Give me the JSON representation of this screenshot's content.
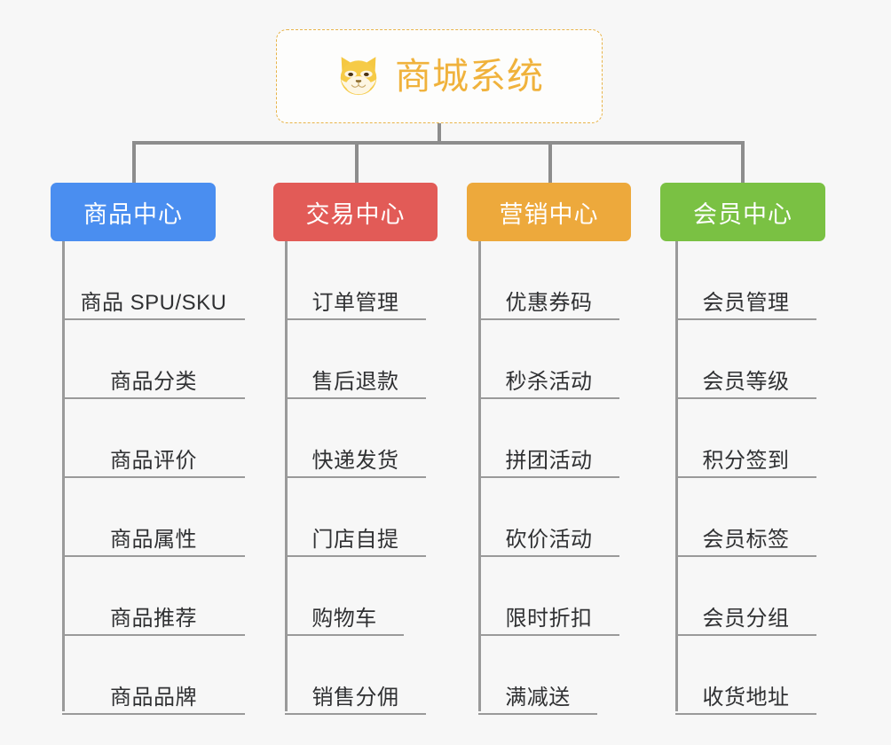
{
  "page": {
    "background_color": "#f7f7f7",
    "diagram_type": "organization-tree"
  },
  "root": {
    "icon": "shiba-dog-face-emoji",
    "title": "商城系统",
    "title_color": "#f0b23c",
    "border_color": "#e8b44a",
    "border_style": "dashed"
  },
  "connector_color": "#8d8d8d",
  "columns": [
    {
      "id": "product-center",
      "label": "商品中心",
      "color": "#4a8ef0",
      "items": [
        "商品 SPU/SKU",
        "商品分类",
        "商品评价",
        "商品属性",
        "商品推荐",
        "商品品牌"
      ]
    },
    {
      "id": "trade-center",
      "label": "交易中心",
      "color": "#e25b57",
      "items": [
        "订单管理",
        "售后退款",
        "快递发货",
        "门店自提",
        "购物车",
        "销售分佣"
      ]
    },
    {
      "id": "marketing-center",
      "label": "营销中心",
      "color": "#eda93c",
      "items": [
        "优惠券码",
        "秒杀活动",
        "拼团活动",
        "砍价活动",
        "限时折扣",
        "满减送"
      ]
    },
    {
      "id": "member-center",
      "label": "会员中心",
      "color": "#7ac143",
      "items": [
        "会员管理",
        "会员等级",
        "积分签到",
        "会员标签",
        "会员分组",
        "收货地址"
      ]
    }
  ]
}
